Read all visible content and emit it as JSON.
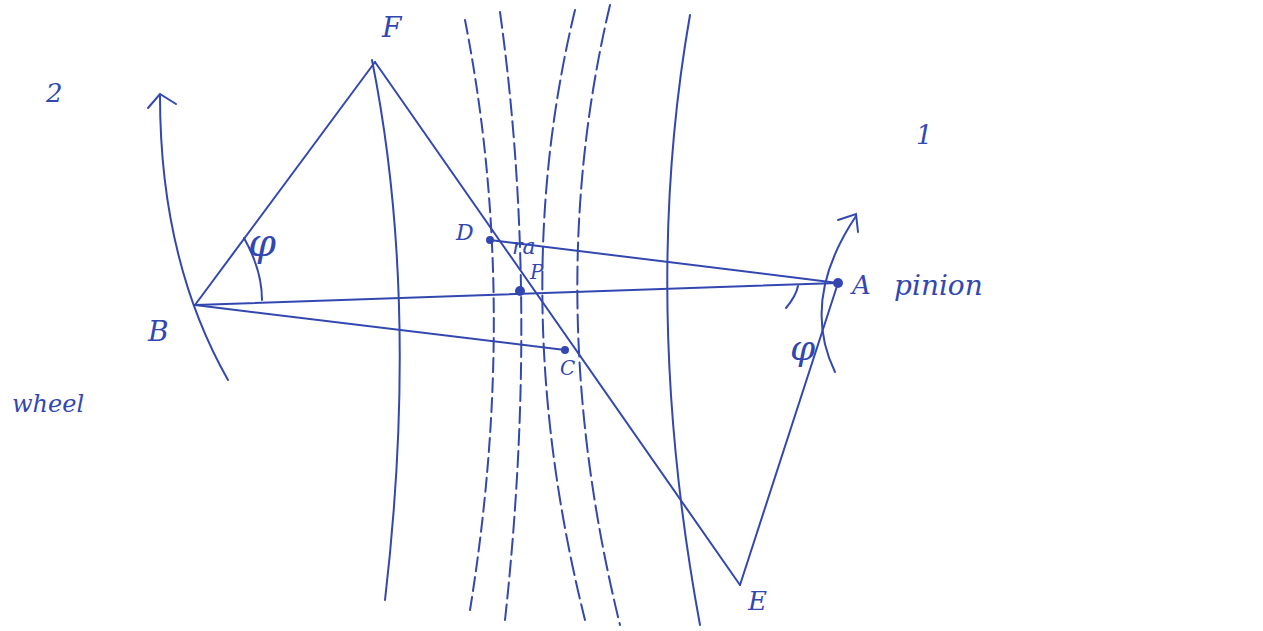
{
  "diagram": {
    "labels": [
      "F",
      "2",
      "φ",
      "B",
      "wheel",
      "D",
      "P",
      "ra",
      "C",
      "1",
      "A",
      "φ",
      "pinion",
      "E"
    ]
  }
}
